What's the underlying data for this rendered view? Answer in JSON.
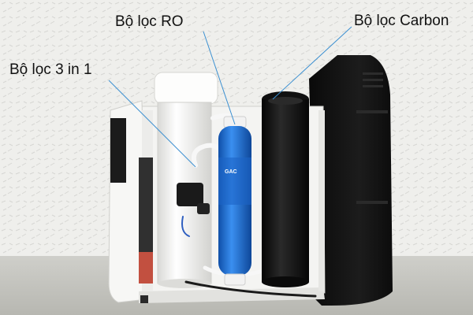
{
  "labels": {
    "ro_filter": "Bộ lọc RO",
    "carbon_filter": "Bộ lọc Carbon",
    "filter_3in1": "Bộ lọc 3 in 1"
  },
  "filter_text": {
    "blue_cartridge_brand": "GAC"
  },
  "colors": {
    "background_wall": "#efefec",
    "floor": "#c9c9c4",
    "housing_white": "#f4f4f2",
    "housing_black": "#151515",
    "ro_cartridge_blue": "#1e6fd0",
    "pointer_line": "#3a8fd1"
  }
}
